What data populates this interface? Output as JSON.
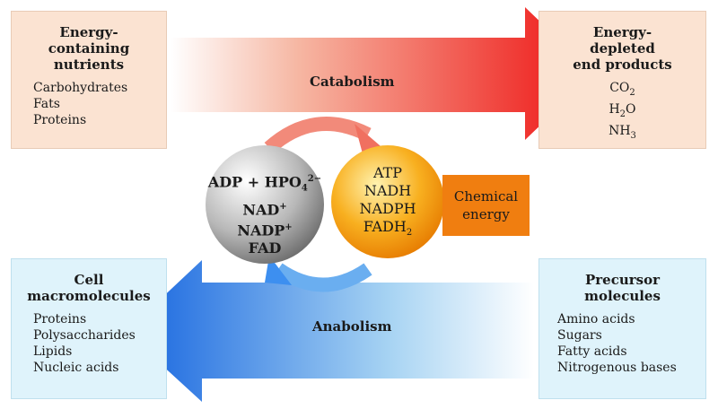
{
  "catabolism_label": "Catabolism",
  "anabolism_label": "Anabolism",
  "energy_containing": {
    "title_1": "Energy-",
    "title_2": "containing",
    "title_3": "nutrients",
    "items": [
      "Carbohydrates",
      "Fats",
      "Proteins"
    ]
  },
  "energy_depleted": {
    "title_1": "Energy-",
    "title_2": "depleted",
    "title_3": "end products",
    "items": [
      [
        {
          "t": "CO"
        },
        {
          "t": "2",
          "sub": true
        }
      ],
      [
        {
          "t": "H"
        },
        {
          "t": "2",
          "sub": true
        },
        {
          "t": "O"
        }
      ],
      [
        {
          "t": "NH"
        },
        {
          "t": "3",
          "sub": true
        }
      ]
    ]
  },
  "cell_macromolecules": {
    "title_1": "Cell",
    "title_2": "macromolecules",
    "items": [
      "Proteins",
      "Polysaccharides",
      "Lipids",
      "Nucleic acids"
    ]
  },
  "precursor_molecules": {
    "title_1": "Precursor",
    "title_2": "molecules",
    "items": [
      "Amino acids",
      "Sugars",
      "Fatty acids",
      "Nitrogenous bases"
    ]
  },
  "grey_sphere": {
    "lines": [
      [
        {
          "t": "ADP + HPO"
        },
        {
          "t": "4",
          "sub": true
        },
        {
          "t": "2−",
          "sup": true
        }
      ],
      [
        {
          "t": "NAD"
        },
        {
          "t": "+",
          "sup": true
        }
      ],
      [
        {
          "t": "NADP"
        },
        {
          "t": "+",
          "sup": true
        }
      ],
      [
        {
          "t": "FAD"
        }
      ]
    ]
  },
  "orange_sphere": {
    "lines": [
      [
        {
          "t": "ATP"
        }
      ],
      [
        {
          "t": "NADH"
        }
      ],
      [
        {
          "t": "NADPH"
        }
      ],
      [
        {
          "t": "FADH"
        },
        {
          "t": "2",
          "sub": true
        }
      ]
    ]
  },
  "chemical_energy": {
    "line1": "Chemical",
    "line2": "energy"
  },
  "colors": {
    "catabolism": "#ee1c1c",
    "anabolism": "#1a6fe0",
    "chemical_energy": "#f07e10",
    "warm_box": "#fbe3d2",
    "cool_box": "#dff3fb"
  }
}
